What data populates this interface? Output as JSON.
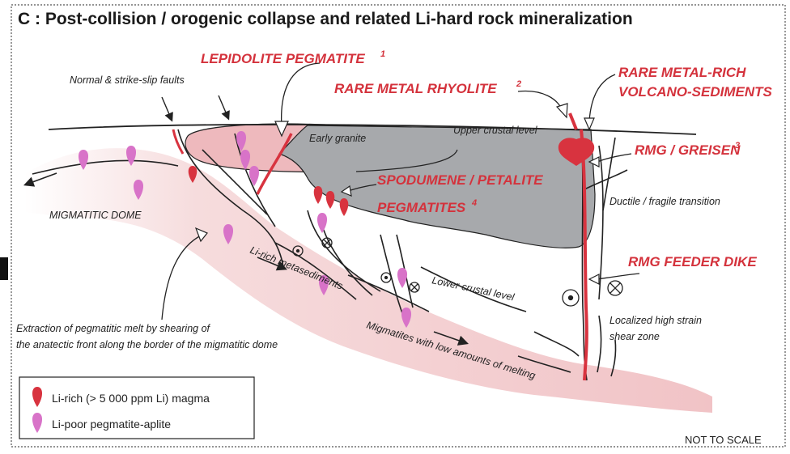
{
  "title": "C : Post-collision / orogenic collapse and related Li-hard rock mineralization",
  "labels": {
    "lepidolite": "LEPIDOLITE PEGMATITE",
    "lepidolite_sup": "1",
    "rhyolite": "RARE METAL RHYOLITE",
    "rhyolite_sup": "2",
    "volcano_1": "RARE METAL-RICH",
    "volcano_2": "VOLCANO-SEDIMENTS",
    "rmg_greisen": "RMG / GREISEN",
    "rmg_greisen_sup": "3",
    "spodumene_1": "SPODUMENE / PETALITE",
    "spodumene_2": "PEGMATITES",
    "spodumene_sup": "4",
    "rmg_feeder": "RMG FEEDER DIKE"
  },
  "annotations": {
    "faults": "Normal & strike-slip faults",
    "early_granite": "Early granite",
    "upper_crust": "Upper crustal level",
    "migmatitic_dome": "MIGMATITIC DOME",
    "ductile": "Ductile / fragile transition",
    "li_meta": "Li-rich metasediments",
    "lower_crust": "Lower crustal level",
    "extraction_1": "Extraction of pegmatitic melt by shearing of",
    "extraction_2": "the anatectic front along the border of the migmatitic dome",
    "migmatites": "Migmatites with low amounts of melting",
    "high_strain_1": "Localized high strain",
    "high_strain_2": "shear zone"
  },
  "legend": {
    "li_rich": "Li-rich (> 5 000 ppm Li) magma",
    "li_poor": "Li-poor pegmatite-aplite"
  },
  "not_to_scale": "NOT TO SCALE",
  "colors": {
    "red_label": "#d4323c",
    "magma_red": "#d8333f",
    "aplite_pink": "#d873c8",
    "upper_crust_grey": "#a7a9ac",
    "granite_pink": "#eeb9bd",
    "migmatite_pink": "#f4cfd1"
  }
}
